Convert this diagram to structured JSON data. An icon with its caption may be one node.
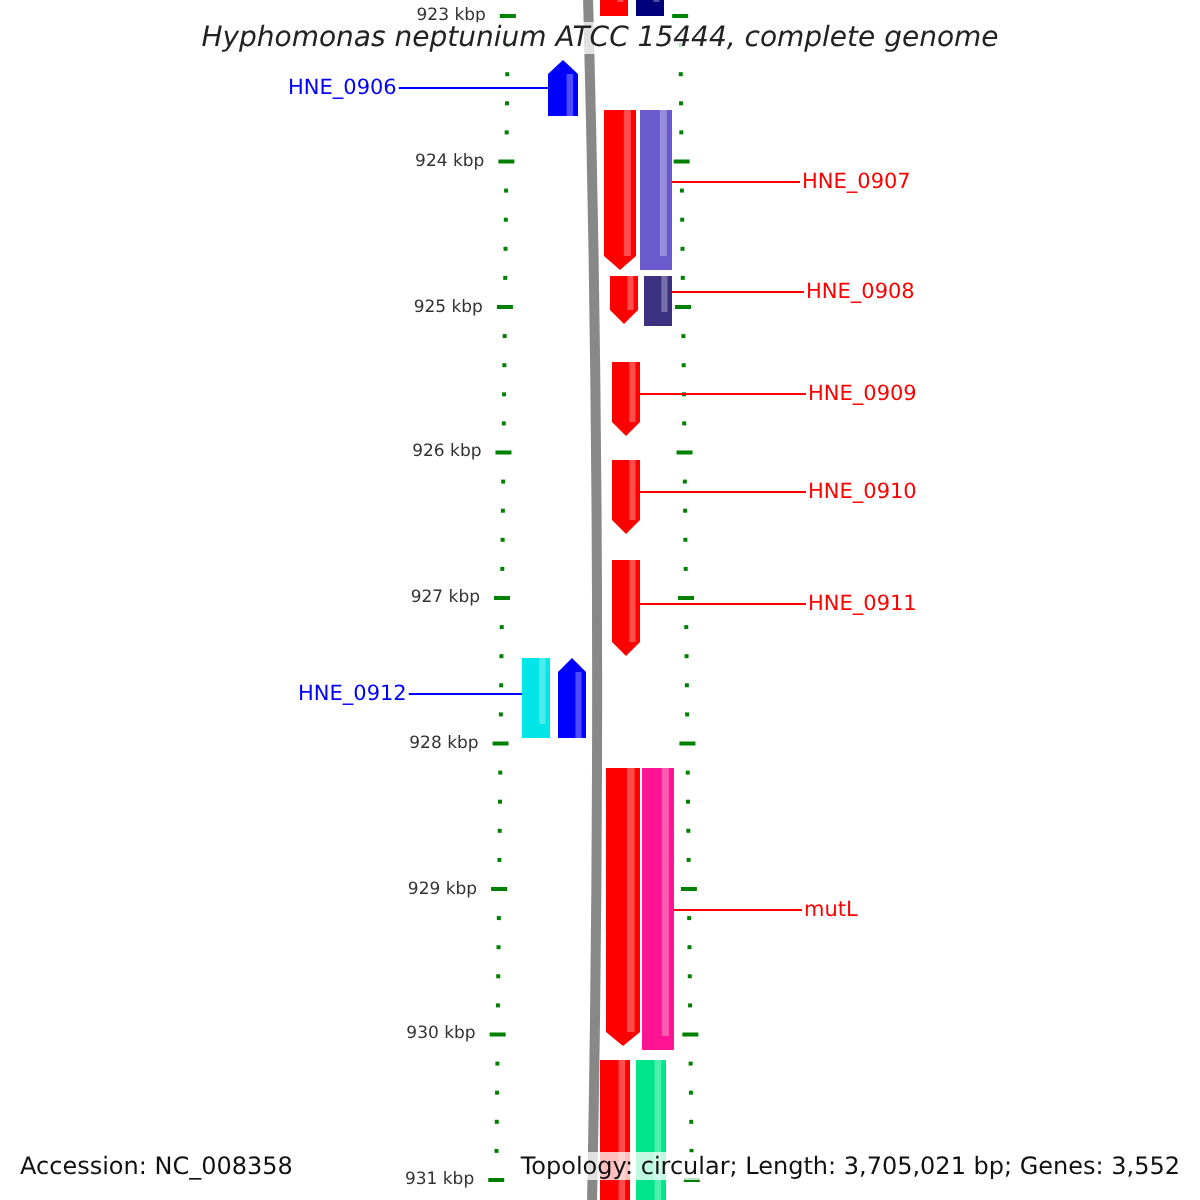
{
  "diagram": {
    "title": "Hyphomonas neptunium ATCC 15444, complete genome",
    "nodes": [
      {
        "text": [
          "HNE_0906"
        ]
      },
      {
        "text": [
          "HNE_0907"
        ]
      },
      {
        "text": [
          "HNE_0908"
        ]
      },
      {
        "text": [
          "HNE_0909"
        ]
      },
      {
        "text": [
          "HNE_0910"
        ]
      },
      {
        "text": [
          "HNE_0911"
        ]
      },
      {
        "text": [
          "HNE_0912"
        ]
      },
      {
        "text": [
          "mutL"
        ]
      },
      {
        "text": [],
        "shape": "bar"
      },
      {
        "text": [],
        "shape": "bar"
      },
      {
        "text": [],
        "shape": "bar"
      },
      {
        "text": [],
        "shape": "bar"
      },
      {
        "text": [],
        "shape": "bar"
      },
      {
        "text": [],
        "shape": "bar"
      },
      {
        "text": [],
        "shape": "bar"
      },
      {
        "text": [],
        "shape": "bar"
      },
      {
        "text": [],
        "shape": "bar"
      },
      {
        "text": [],
        "shape": "bar"
      },
      {
        "text": [],
        "shape": "bar"
      },
      {
        "text": [],
        "shape": "bar"
      },
      {
        "text": [],
        "shape": "bar"
      },
      {
        "text": [],
        "shape": "bar"
      },
      {
        "text": [],
        "shape": "bar"
      },
      {
        "text": [],
        "shape": "bar"
      }
    ],
    "edges": [
      {
        "from": 0,
        "to": 10,
        "arrow": "none",
        "color": "#0000ff"
      },
      {
        "from": 1,
        "to": 12,
        "arrow": "none"
      },
      {
        "from": 2,
        "to": 14,
        "arrow": "none"
      },
      {
        "from": 3,
        "to": 15,
        "arrow": "none"
      },
      {
        "from": 4,
        "to": 16,
        "arrow": "none"
      },
      {
        "from": 5,
        "to": 17,
        "arrow": "none"
      },
      {
        "from": 6,
        "to": 18,
        "arrow": "none",
        "color": "#0000ff"
      },
      {
        "from": 7,
        "to": 21,
        "arrow": "none"
      }
    ],
    "labels": [
      "923 kbp",
      "924 kbp",
      "925 kbp",
      "926 kbp",
      "927 kbp",
      "928 kbp",
      "929 kbp",
      "930 kbp",
      "931 kbp",
      "Accession: NC_008358",
      "Topology: circular; Length: 3,705,021 bp; Genes: 3,552"
    ]
  }
}
